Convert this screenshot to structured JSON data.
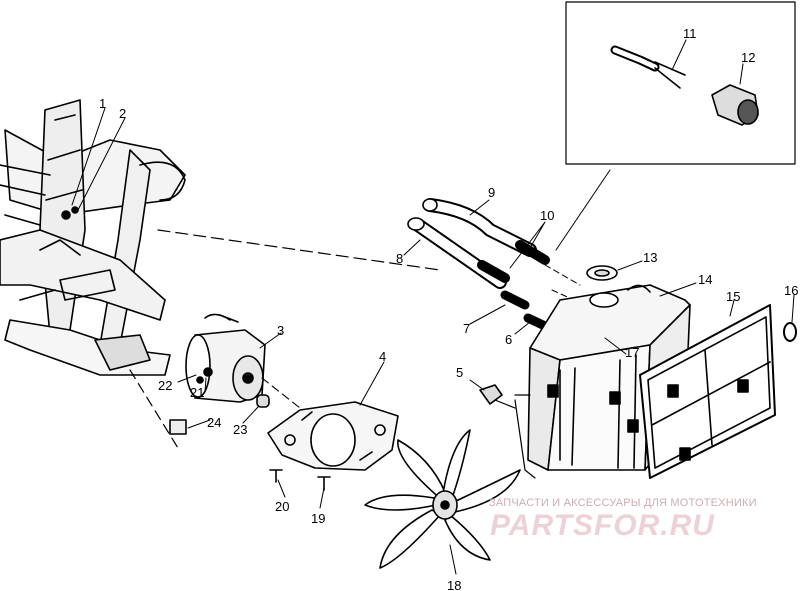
{
  "callouts": {
    "c1": "1",
    "c2": "2",
    "c3": "3",
    "c4": "4",
    "c5": "5",
    "c6": "6",
    "c7": "7",
    "c8": "8",
    "c9": "9",
    "c10": "10",
    "c11": "11",
    "c12": "12",
    "c13": "13",
    "c14": "14",
    "c15": "15",
    "c16": "16",
    "c17": "17",
    "c18": "18",
    "c19": "19",
    "c20": "20",
    "c21": "21",
    "c22": "22",
    "c23": "23",
    "c24": "24"
  },
  "watermark": {
    "tagline": "ЗАПЧАСТИ И АКСЕССУАРЫ ДЛЯ МОТОТЕХНИКИ",
    "logo": "PARTSFOR.RU"
  }
}
